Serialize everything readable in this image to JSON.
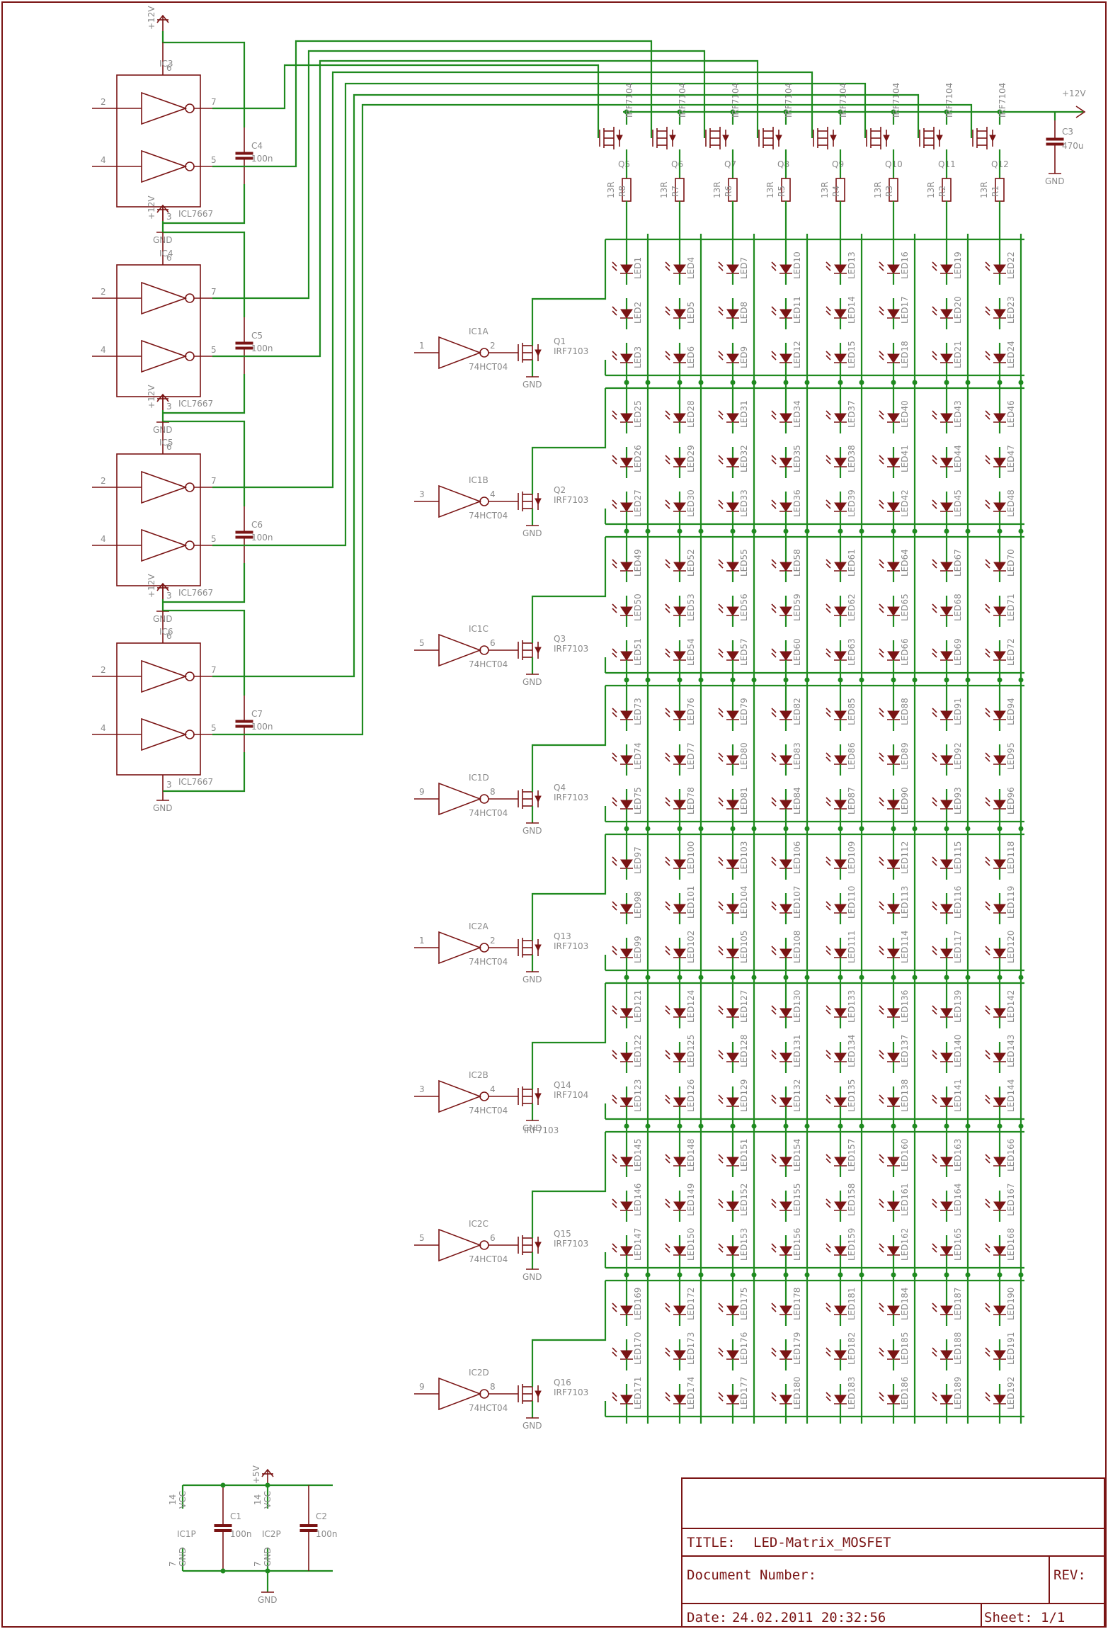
{
  "title_block": {
    "title_label": "TITLE:",
    "title": "LED-Matrix_MOSFET",
    "doc_label": "Document Number:",
    "rev_label": "REV:",
    "date_label": "Date:",
    "date": "24.02.2011 20:32:56",
    "sheet_label": "Sheet:",
    "sheet": "1/1"
  },
  "labels": {
    "vplus12": "+12V",
    "vplus5": "+5V",
    "gnd": "GND",
    "vcc": "VCC",
    "c3_name": "C3",
    "c3_value": "470u"
  },
  "drivers": [
    {
      "ic": "IC3",
      "cap": "C4",
      "cap_value": "100n",
      "part": "ICL7667"
    },
    {
      "ic": "IC4",
      "cap": "C5",
      "cap_value": "100n",
      "part": "ICL7667"
    },
    {
      "ic": "IC5",
      "cap": "C6",
      "cap_value": "100n",
      "part": "ICL7667"
    },
    {
      "ic": "IC6",
      "cap": "C7",
      "cap_value": "100n",
      "part": "ICL7667"
    }
  ],
  "driver_pins": {
    "in1": "2",
    "out1": "7",
    "in2": "4",
    "out2": "5",
    "vdd": "6",
    "gnd": "3"
  },
  "high_side": [
    {
      "q": "Q5",
      "part": "IRF7104",
      "r": "R8",
      "r_value": "13R"
    },
    {
      "q": "Q6",
      "part": "IRF7104",
      "r": "R7",
      "r_value": "13R"
    },
    {
      "q": "Q7",
      "part": "IRF7104",
      "r": "R6",
      "r_value": "13R"
    },
    {
      "q": "Q8",
      "part": "IRF7104",
      "r": "R5",
      "r_value": "13R"
    },
    {
      "q": "Q9",
      "part": "IRF7104",
      "r": "R4",
      "r_value": "13R"
    },
    {
      "q": "Q10",
      "part": "IRF7104",
      "r": "R3",
      "r_value": "13R"
    },
    {
      "q": "Q11",
      "part": "IRF7104",
      "r": "R2",
      "r_value": "13R"
    },
    {
      "q": "Q12",
      "part": "IRF7104",
      "r": "R1",
      "r_value": "13R"
    }
  ],
  "row_drivers": [
    {
      "gate": "IC1A",
      "part": "74HCT04",
      "in_pin": "1",
      "out_pin": "2",
      "q": "Q1",
      "q_part": "IRF7103"
    },
    {
      "gate": "IC1B",
      "part": "74HCT04",
      "in_pin": "3",
      "out_pin": "4",
      "q": "Q2",
      "q_part": "IRF7103"
    },
    {
      "gate": "IC1C",
      "part": "74HCT04",
      "in_pin": "5",
      "out_pin": "6",
      "q": "Q3",
      "q_part": "IRF7103"
    },
    {
      "gate": "IC1D",
      "part": "74HCT04",
      "in_pin": "9",
      "out_pin": "8",
      "q": "Q4",
      "q_part": "IRF7103"
    },
    {
      "gate": "IC2A",
      "part": "74HCT04",
      "in_pin": "1",
      "out_pin": "2",
      "q": "Q13",
      "q_part": "IRF7103"
    },
    {
      "gate": "IC2B",
      "part": "74HCT04",
      "in_pin": "3",
      "out_pin": "4",
      "q": "Q14",
      "q_part": "IRF7104",
      "extra": "IRF7103"
    },
    {
      "gate": "IC2C",
      "part": "74HCT04",
      "in_pin": "5",
      "out_pin": "6",
      "q": "Q15",
      "q_part": "IRF7103"
    },
    {
      "gate": "IC2D",
      "part": "74HCT04",
      "in_pin": "9",
      "out_pin": "8",
      "q": "Q16",
      "q_part": "IRF7103"
    }
  ],
  "led_prefix": "LED",
  "power_section": {
    "ic1p": "IC1P",
    "ic2p": "IC2P",
    "c1": "C1",
    "c1_value": "100n",
    "c2": "C2",
    "c2_value": "100n",
    "pin_vcc": "14",
    "pin_gnd": "7"
  }
}
